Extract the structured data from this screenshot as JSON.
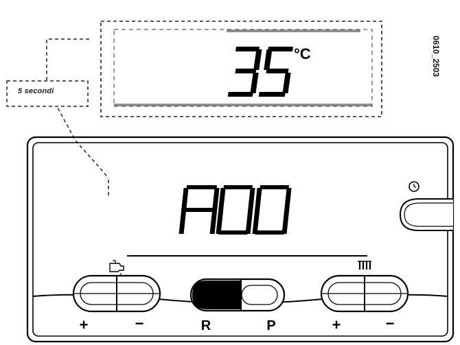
{
  "figure": {
    "code": "0610_2503",
    "timer_label": "5 secondi"
  },
  "zoom_display": {
    "value": "35",
    "unit": "°C"
  },
  "panel": {
    "display_code": "A00",
    "left_button": {
      "plus": "+",
      "minus": "−",
      "icon": "tap-icon"
    },
    "center_button": {
      "left_label": "R",
      "right_label": "P"
    },
    "right_button": {
      "plus": "+",
      "minus": "−",
      "icon": "radiator-icon"
    },
    "side_icon": "clock-icon"
  }
}
